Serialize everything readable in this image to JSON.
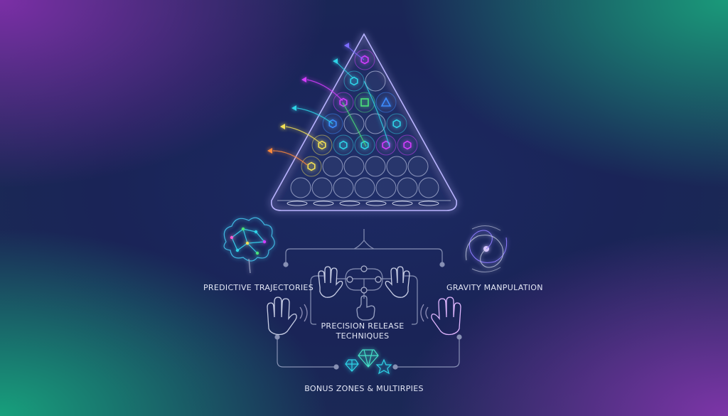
{
  "labels": {
    "predictive": "PREDICTIVE TRAJECTORIES",
    "gravity": "GRAVITY MANPULATION",
    "precision": "PRECISION RELEASE TECHNIQUES",
    "bonus": "BONUS ZONES & MULTIRPIES"
  },
  "icons": [
    "brain-network-icon",
    "galaxy-spiral-icon",
    "hand-icon",
    "gem-star-icon"
  ],
  "colors": {
    "bg_center": "#1a2559",
    "bg_purple": "#6a2f9f",
    "bg_teal": "#1f8c7c",
    "line": "#9aa3c4",
    "glow_purple": "#7b6cff",
    "ball_magenta": "#d43cff",
    "ball_cyan": "#2fd4e8",
    "ball_green": "#4be37a",
    "ball_blue": "#3d8cff",
    "ball_yellow": "#f2e055",
    "arrow_orange": "#ff8a3a"
  },
  "pyramid": {
    "rows": 7,
    "highlighted": [
      {
        "row": 0,
        "col": 0,
        "color": "magenta",
        "shape": "hex"
      },
      {
        "row": 1,
        "col": 0,
        "color": "cyan",
        "shape": "hex"
      },
      {
        "row": 2,
        "col": 0,
        "color": "magenta",
        "shape": "hex"
      },
      {
        "row": 2,
        "col": 1,
        "color": "green",
        "shape": "square"
      },
      {
        "row": 2,
        "col": 2,
        "color": "blue",
        "shape": "triangle"
      },
      {
        "row": 3,
        "col": 0,
        "color": "blue",
        "shape": "hex"
      },
      {
        "row": 3,
        "col": 3,
        "color": "cyan",
        "shape": "hex"
      },
      {
        "row": 4,
        "col": 0,
        "color": "yellow",
        "shape": "hex"
      },
      {
        "row": 4,
        "col": 1,
        "color": "cyan",
        "shape": "hex"
      },
      {
        "row": 4,
        "col": 2,
        "color": "cyan",
        "shape": "hex"
      },
      {
        "row": 4,
        "col": 3,
        "color": "magenta",
        "shape": "hex"
      },
      {
        "row": 4,
        "col": 4,
        "color": "magenta",
        "shape": "hex"
      },
      {
        "row": 5,
        "col": 0,
        "color": "yellow",
        "shape": "hex"
      }
    ]
  }
}
